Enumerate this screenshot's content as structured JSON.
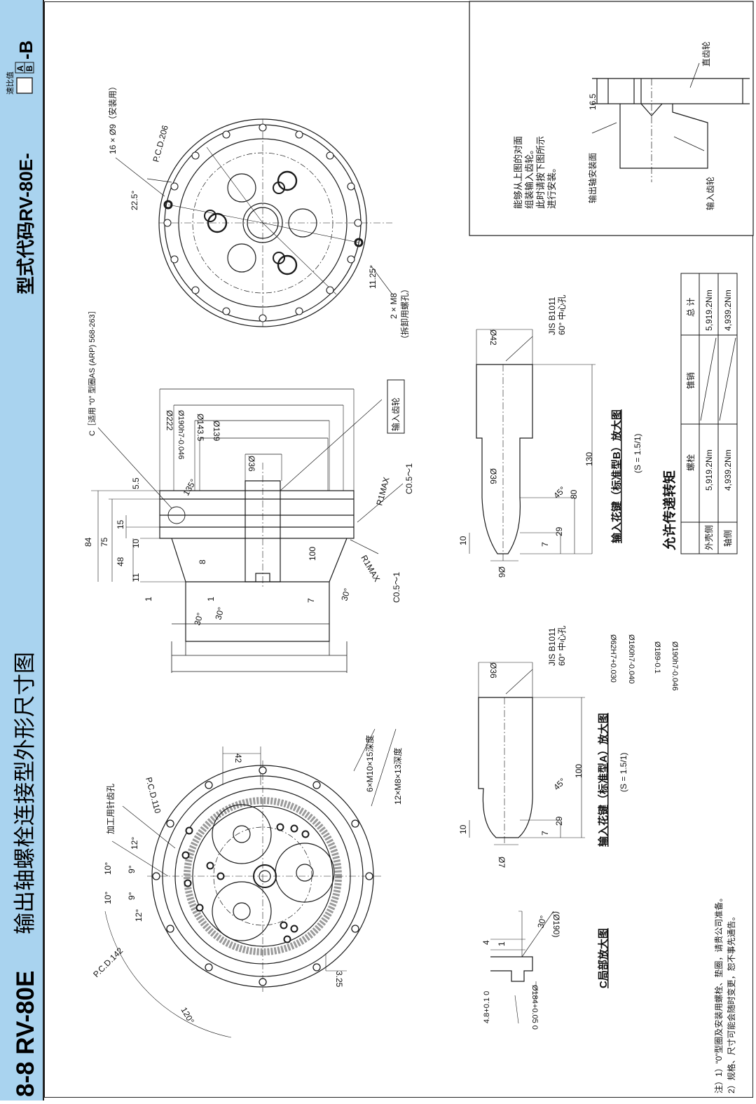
{
  "sidebar": {
    "section_number": "8-8 RV-80E",
    "title": "输出轴螺栓连接型外形尺寸图",
    "model_code_label": "型式代码RV-80E-",
    "ratio_note": "速比值",
    "option_top": "A",
    "option_bottom": "B",
    "option_suffix": "-B"
  },
  "note_box": {
    "lines": [
      "能够从上图的对面",
      "组装输入齿轮。",
      "此时请按下图所示",
      "进行安装。"
    ],
    "dim": "16.5",
    "label_spur_gear": "直齿轮",
    "label_mount_face": "输出轴安装面",
    "label_input_gear": "输入齿轮"
  },
  "top_view": {
    "pcd": "P.C.D.206",
    "holes": "16 × Ø9（安装用）",
    "angle_a": "22.5°",
    "angle_b": "11.25°",
    "removal_1": "2 × M8",
    "removal_2": "（拆卸用螺孔）"
  },
  "side_view": {
    "oring": "C［适用 “0” 型圈AS (ARP) 568-263］",
    "input_gear": "输入齿轮",
    "d222": "Ø222",
    "d190a": "Ø190h7-0.046",
    "d143": "Ø143.5",
    "d139": "Ø139",
    "d36": "Ø36",
    "d62": "Ø62H7+0.030",
    "d160": "Ø160h7-0.040",
    "d189": "Ø189-0.1",
    "d190b": "Ø190h7-0.046",
    "v84": "84",
    "v75": "75",
    "v48": "48",
    "v15": "15",
    "v10": "10",
    "v11": "11",
    "v1a": "1",
    "v1b": "1",
    "v8": "8",
    "v5_5": "5.5",
    "v100": "100",
    "v7": "7",
    "a135": "135°",
    "a30a": "30°",
    "a30b": "30°",
    "a30c": "30°",
    "r1a": "R1MAX",
    "r1b": "R1MAX",
    "c05a": "C0.5～1",
    "c05b": "C0.5～1"
  },
  "bottom_view": {
    "pcd142": "P.C.D.142",
    "pcd110": "P.C.D.110",
    "pin_hole": "加工用针齿孔",
    "m10": "6×M10×15深度",
    "m8": "12×M8×13深度",
    "dim42": "42",
    "dim325": "3.25",
    "a120": "120°",
    "a12a": "12°",
    "a12b": "12°",
    "a10a": "10°",
    "a10b": "10°",
    "a9a": "9°",
    "a9b": "9°"
  },
  "spline_b": {
    "caption": "输入花键（标准型B）放大图",
    "scale": "(S = 1.5/1)",
    "d42": "Ø42",
    "jis1": "JIS B1011",
    "jis2": "60° 中心孔",
    "d36": "Ø36",
    "l130": "130",
    "l80": "80",
    "l29": "29",
    "l10": "10",
    "l7": "7",
    "a45": "45°",
    "d6": "Ø6"
  },
  "spline_a": {
    "caption": "输入花键（标准型A）放大图",
    "scale": "(S = 1.5/1)",
    "d36": "Ø36",
    "jis1": "JIS B1011",
    "jis2": "60° 中心孔",
    "l100": "100",
    "l29": "29",
    "l10": "10",
    "l7": "7",
    "a45": "45°",
    "d7": "Ø7"
  },
  "detail_c": {
    "caption": "C局部放大图",
    "d190": "(Ø190)",
    "a30": "30°",
    "v4": "4",
    "v1": "1",
    "h48": "4.8+0.1 0",
    "d184": "Ø184+0.05 0"
  },
  "torque_table": {
    "title": "允许传递转矩",
    "headers": [
      "",
      "螺栓",
      "锥销",
      "总 计"
    ],
    "rows": [
      [
        "外壳侧",
        "5,919.2Nm",
        "",
        "5,919.2Nm"
      ],
      [
        "轴侧",
        "4,939.2Nm",
        "",
        "4,939.2Nm"
      ]
    ]
  },
  "notes": {
    "line1": "注）1）“0”型圈及安装用螺栓、垫圈，请贵公司准备。",
    "line2": "2）规格、尺寸可能会随时变更，恕不事先通告。"
  }
}
